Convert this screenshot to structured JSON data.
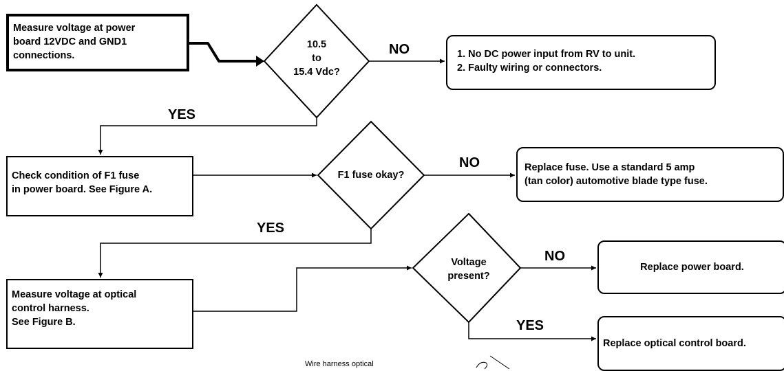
{
  "boxes": {
    "measure_power": [
      "Measure voltage at power",
      "board 12VDC and GND1",
      "connections."
    ],
    "no_dc_result": [
      "1. No DC power input from RV to unit.",
      "2. Faulty wiring or connectors."
    ],
    "check_fuse": [
      "Check condition of F1 fuse",
      "in power board. See Figure A."
    ],
    "replace_fuse": [
      "Replace fuse. Use a standard 5 amp",
      "(tan color) automotive blade type fuse."
    ],
    "measure_optical": [
      "Measure voltage at optical",
      "control harness.",
      "See Figure B."
    ],
    "replace_power_board": [
      "Replace power board."
    ],
    "replace_optical_board": [
      "Replace optical control board."
    ]
  },
  "decisions": {
    "voltage_range": [
      "10.5",
      "to",
      "15.4 Vdc?"
    ],
    "fuse_ok": [
      "F1 fuse okay?"
    ],
    "voltage_present": [
      "Voltage",
      "present?"
    ]
  },
  "labels": {
    "no_1": "NO",
    "yes_1": "YES",
    "no_2": "NO",
    "yes_2": "YES",
    "no_3": "NO",
    "yes_3": "YES"
  },
  "figure_caption": "Wire harness optical"
}
